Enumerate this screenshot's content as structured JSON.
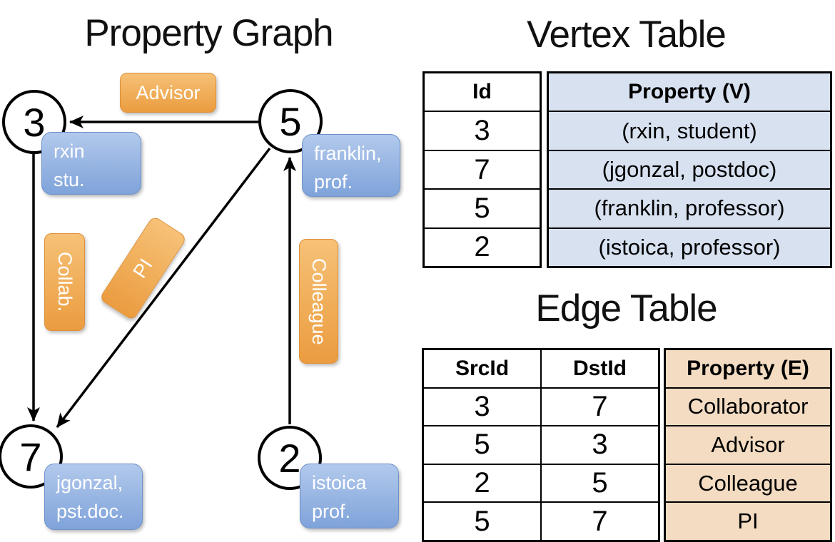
{
  "diagram": {
    "title": "Property Graph",
    "nodes": [
      {
        "id": "3",
        "label_line1": "rxin",
        "label_line2": "stu."
      },
      {
        "id": "5",
        "label_line1": "franklin,",
        "label_line2": "prof."
      },
      {
        "id": "7",
        "label_line1": "jgonzal,",
        "label_line2": "pst.doc."
      },
      {
        "id": "2",
        "label_line1": "istoica",
        "label_line2": "prof."
      }
    ],
    "edge_labels": {
      "advisor": "Advisor",
      "collab": "Collab.",
      "pi": "PI",
      "colleague": "Colleague"
    }
  },
  "vertex_table": {
    "title": "Vertex Table",
    "headers": {
      "id": "Id",
      "property": "Property (V)"
    },
    "rows": [
      {
        "id": "3",
        "property": "(rxin, student)"
      },
      {
        "id": "7",
        "property": "(jgonzal, postdoc)"
      },
      {
        "id": "5",
        "property": "(franklin, professor)"
      },
      {
        "id": "2",
        "property": "(istoica, professor)"
      }
    ]
  },
  "edge_table": {
    "title": "Edge Table",
    "headers": {
      "src": "SrcId",
      "dst": "DstId",
      "property": "Property (E)"
    },
    "rows": [
      {
        "src": "3",
        "dst": "7",
        "property": "Collaborator"
      },
      {
        "src": "5",
        "dst": "3",
        "property": "Advisor"
      },
      {
        "src": "2",
        "dst": "5",
        "property": "Colleague"
      },
      {
        "src": "5",
        "dst": "7",
        "property": "PI"
      }
    ]
  },
  "colors": {
    "edge_label_orange_top": "#F6C177",
    "edge_label_orange_bottom": "#EB9C40",
    "vertex_box_blue_top": "#B2C9EC",
    "vertex_box_blue_bottom": "#7FA3DA",
    "vertex_table_fill": "#D7E1F0",
    "edge_table_fill": "#F3DCC2",
    "line_color": "#000000"
  }
}
